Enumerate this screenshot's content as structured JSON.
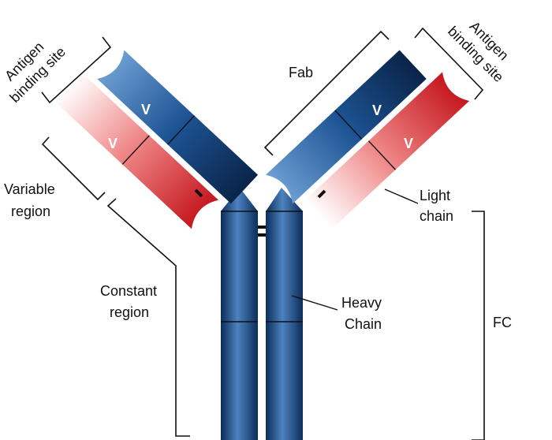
{
  "labels": {
    "antigen_left_line1": "Antigen",
    "antigen_left_line2": "binding site",
    "antigen_right_line1": "Antigen",
    "antigen_right_line2": "binding site",
    "fab": "Fab",
    "variable_line1": "Variable",
    "variable_line2": "region",
    "constant_line1": "Constant",
    "constant_line2": "region",
    "light_line1": "Light",
    "light_line2": "chain",
    "heavy_line1": "Heavy",
    "heavy_line2": "Chain",
    "fc": "FC",
    "v_left_heavy": "V",
    "v_left_light": "V",
    "v_right_heavy": "V",
    "v_right_light": "V"
  },
  "colors": {
    "heavy_chain": "#1a4f8f",
    "heavy_chain_light": "#6f9ed1",
    "light_chain": "#d9262a",
    "light_chain_light": "#ffffff"
  }
}
